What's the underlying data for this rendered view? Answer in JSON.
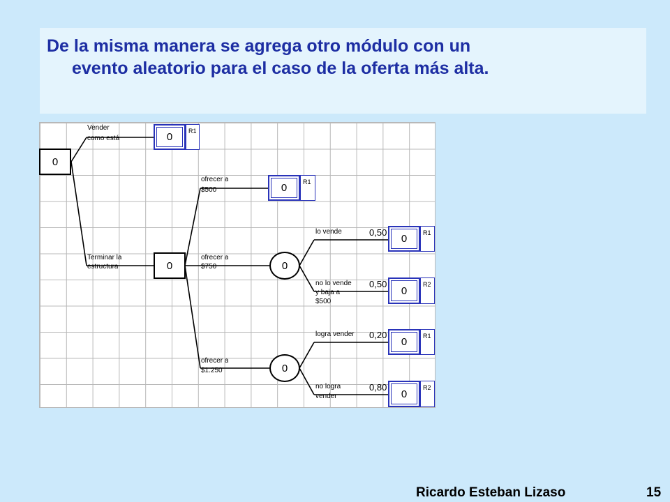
{
  "slide": {
    "title_line1": "De la misma manera se agrega otro módulo con un",
    "title_line2": "evento aleatorio para el caso de la oferta más alta.",
    "author": "Ricardo Esteban Lizaso",
    "page_number": "15"
  },
  "tree": {
    "root_value": "0",
    "vender_label_1": "Vender",
    "vender_label_2": "como está",
    "vender_value": "0",
    "vender_tag": "R1",
    "terminar_label_1": "Terminar la",
    "terminar_label_2": "estructura",
    "terminar_value": "0",
    "ofrecer500_label_1": "ofrecer a",
    "ofrecer500_label_2": "$500",
    "ofrecer500_value": "0",
    "ofrecer500_tag": "R1",
    "ofrecer750_label_1": "ofrecer a",
    "ofrecer750_label_2": "$750",
    "chance750_value": "0",
    "lovende_label": "lo vende",
    "lovende_prob": "0,50",
    "lovende_value": "0",
    "lovende_tag": "R1",
    "nolovende_label_1": "no lo vende",
    "nolovende_label_2": "y baja a",
    "nolovende_label_3": "$500",
    "nolovende_prob": "0,50",
    "nolovende_value": "0",
    "nolovende_tag": "R2",
    "ofrecer1250_label_1": "ofrecer a",
    "ofrecer1250_label_2": "$1.250",
    "chance1250_value": "0",
    "logra_label": "logra vender",
    "logra_prob": "0,20",
    "logra_value": "0",
    "logra_tag": "R1",
    "nologra_label_1": "no logra",
    "nologra_label_2": "vender",
    "nologra_prob": "0,80",
    "nologra_value": "0",
    "nologra_tag": "R2"
  }
}
